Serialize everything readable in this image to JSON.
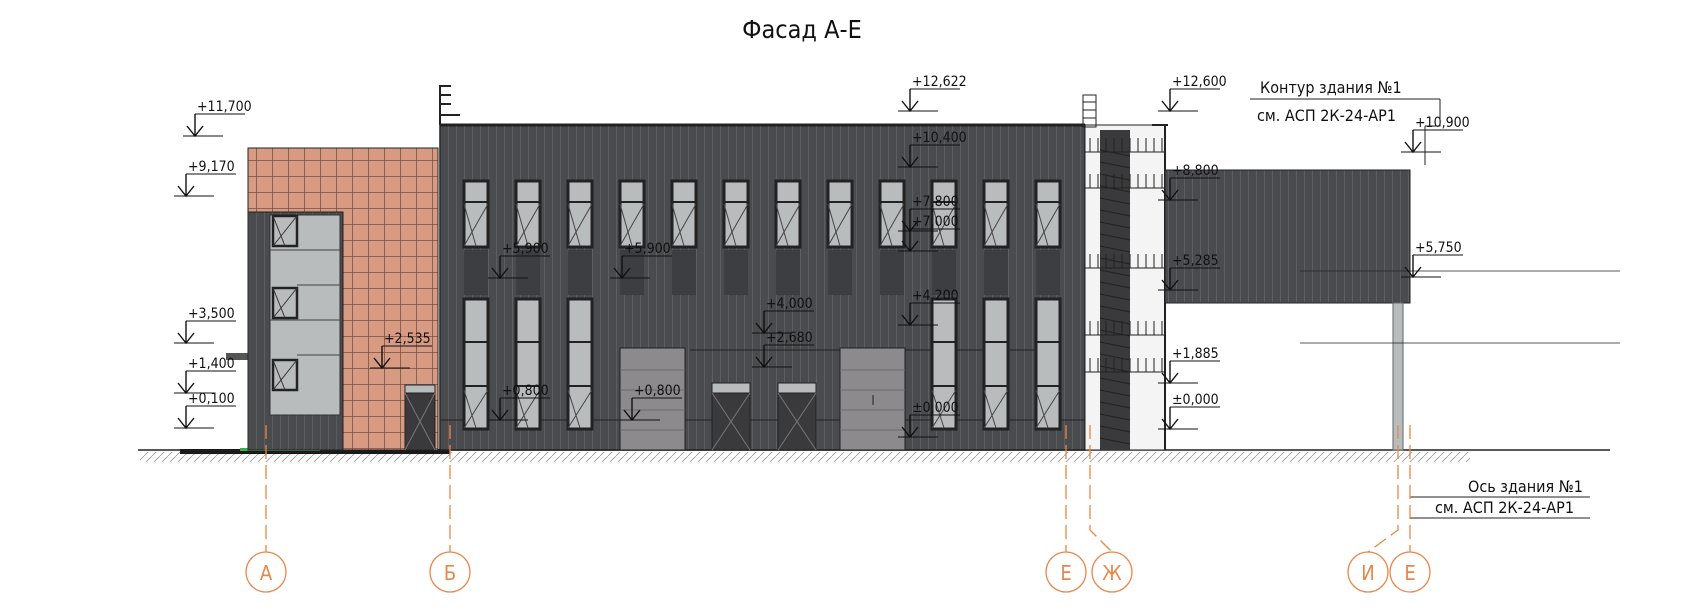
{
  "title": "Фасад А-Е",
  "notes": {
    "contour_line1": "Контур здания №1",
    "contour_line2": "см. АСП 2К-24-АР1",
    "axis_line1": "Ось здания №1",
    "axis_line2": "см. АСП 2К-24-АР1"
  },
  "levels": {
    "l11700": "+11,700",
    "l9170": "+9,170",
    "l3500": "+3,500",
    "l1400": "+1,400",
    "l0100": "+0,100",
    "l2535": "+2,535",
    "l5900a": "+5,900",
    "l5900b": "+5,900",
    "l0800a": "+0,800",
    "l0800b": "+0,800",
    "l4000": "+4,000",
    "l2680": "+2,680",
    "l12622": "+12,622",
    "l10400": "+10,400",
    "l7800": "+7,800",
    "l7000": "+7,000",
    "l4200": "+4,200",
    "l0000a": "±0,000",
    "l12600": "+12,600",
    "l8800": "+8,800",
    "l5285": "+5,285",
    "l1885": "+1,885",
    "l0000b": "±0,000",
    "l10900": "+10,900",
    "l5750": "+5,750"
  },
  "axes": {
    "a": "А",
    "b": "Б",
    "e1": "Е",
    "zh": "Ж",
    "i": "И",
    "e2": "Е"
  },
  "colors": {
    "cladding": "#4a4b4f",
    "brick": "#d79a83",
    "glass": "#b9bcbc",
    "axis": "#e8874a",
    "ground": "#3fae4a"
  }
}
